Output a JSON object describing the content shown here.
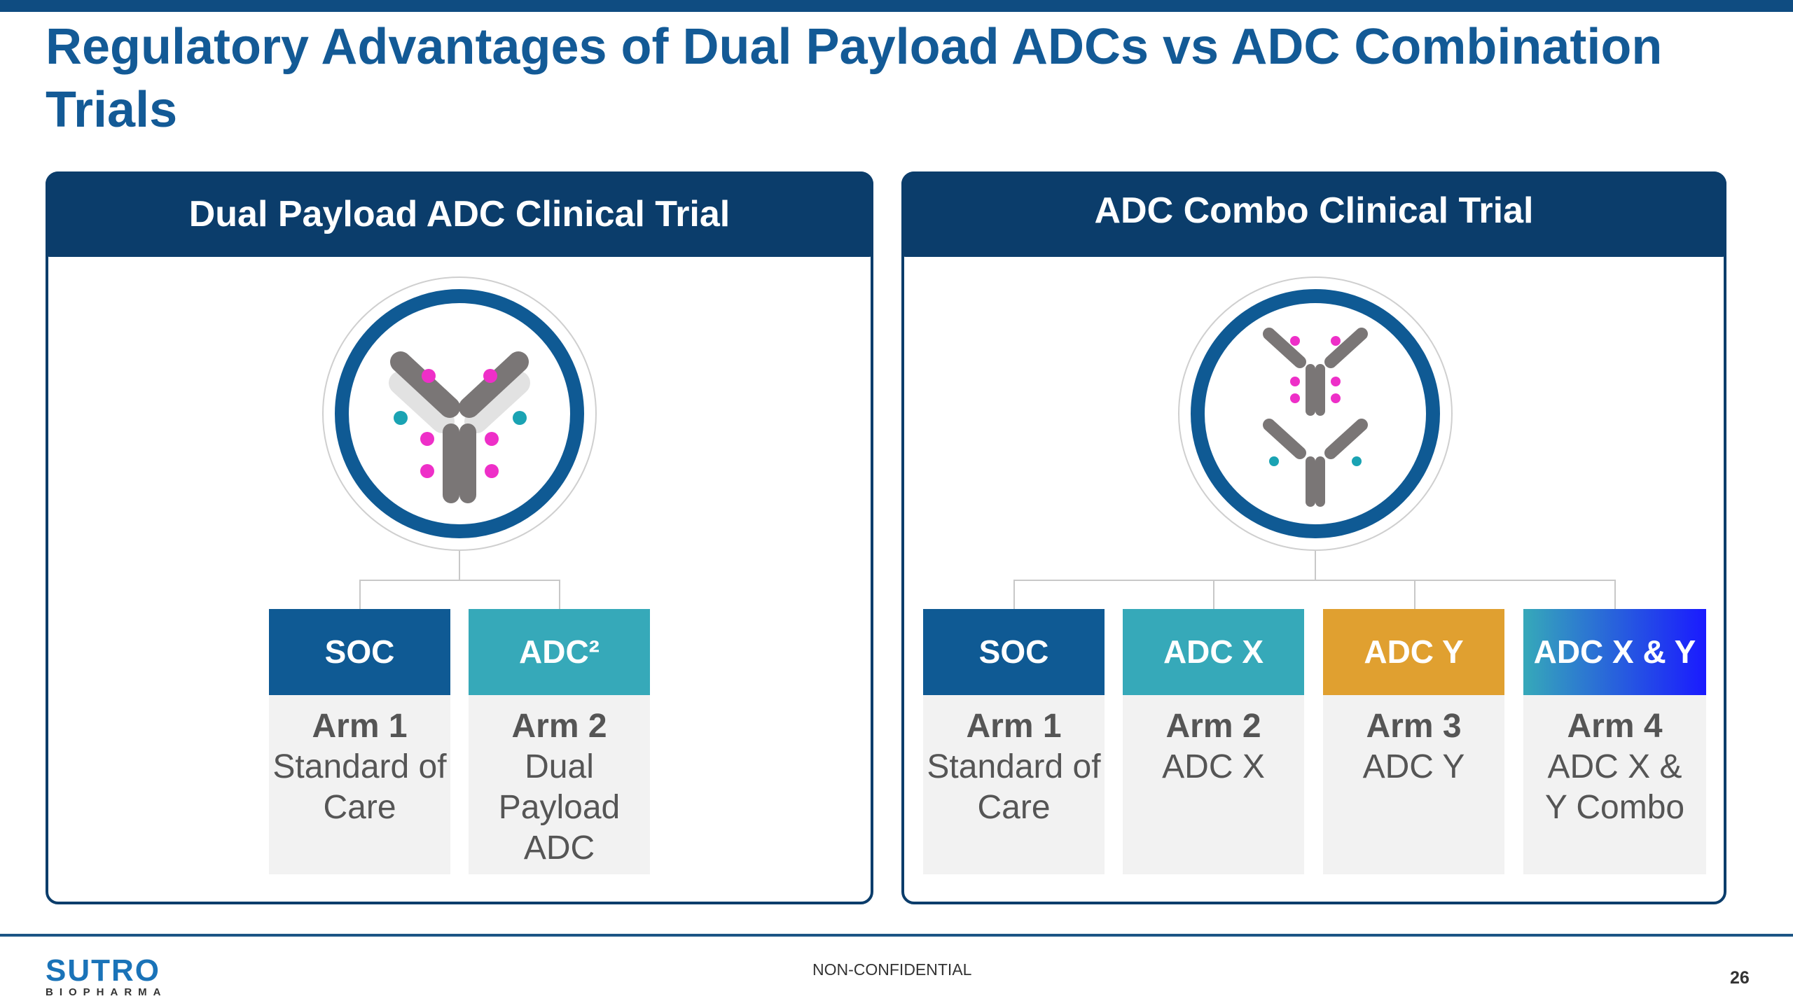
{
  "title": "Regulatory Advantages of Dual Payload ADCs vs ADC Combination Trials",
  "left_panel": {
    "header": "Dual Payload ADC Clinical Trial",
    "arms": [
      {
        "label": "SOC",
        "arm": "Arm 1",
        "desc": "Standard of Care",
        "color": "#0f5a94"
      },
      {
        "label": "ADC²",
        "arm": "Arm 2",
        "desc": "Dual Payload ADC",
        "color": "#36a9b9"
      }
    ]
  },
  "right_panel": {
    "header": "ADC Combo Clinical Trial",
    "arms": [
      {
        "label": "SOC",
        "arm": "Arm 1",
        "desc": "Standard of Care",
        "color": "#0f5a94"
      },
      {
        "label": "ADC X",
        "arm": "Arm 2",
        "desc": "ADC X",
        "color": "#36a9b9"
      },
      {
        "label": "ADC Y",
        "arm": "Arm 3",
        "desc": "ADC Y",
        "color": "#e0a030"
      },
      {
        "label": "ADC X & Y",
        "arm": "Arm 4",
        "desc": "ADC X & Y Combo",
        "color": "#1a1aff"
      }
    ]
  },
  "footer": {
    "logo": "SUTRO",
    "logo_sub": "BIOPHARMA",
    "confidentiality": "NON-CONFIDENTIAL",
    "page": "26"
  }
}
